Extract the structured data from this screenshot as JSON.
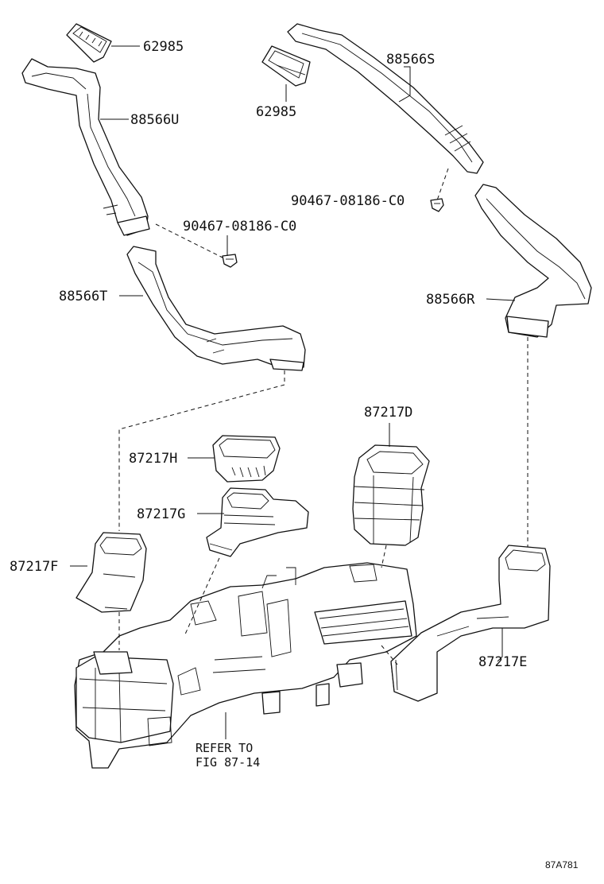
{
  "labels": {
    "p62985_a": "62985",
    "p88566U": "88566U",
    "p88566S": "88566S",
    "p62985_b": "62985",
    "p90467_a": "90467-08186-C0",
    "p90467_b": "90467-08186-C0",
    "p88566T": "88566T",
    "p88566R": "88566R",
    "p87217D": "87217D",
    "p87217H": "87217H",
    "p87217G": "87217G",
    "p87217F": "87217F",
    "p87217E": "87217E",
    "refer_line1": "REFER TO",
    "refer_line2": "FIG 87-14"
  },
  "figure_code": "87A781"
}
